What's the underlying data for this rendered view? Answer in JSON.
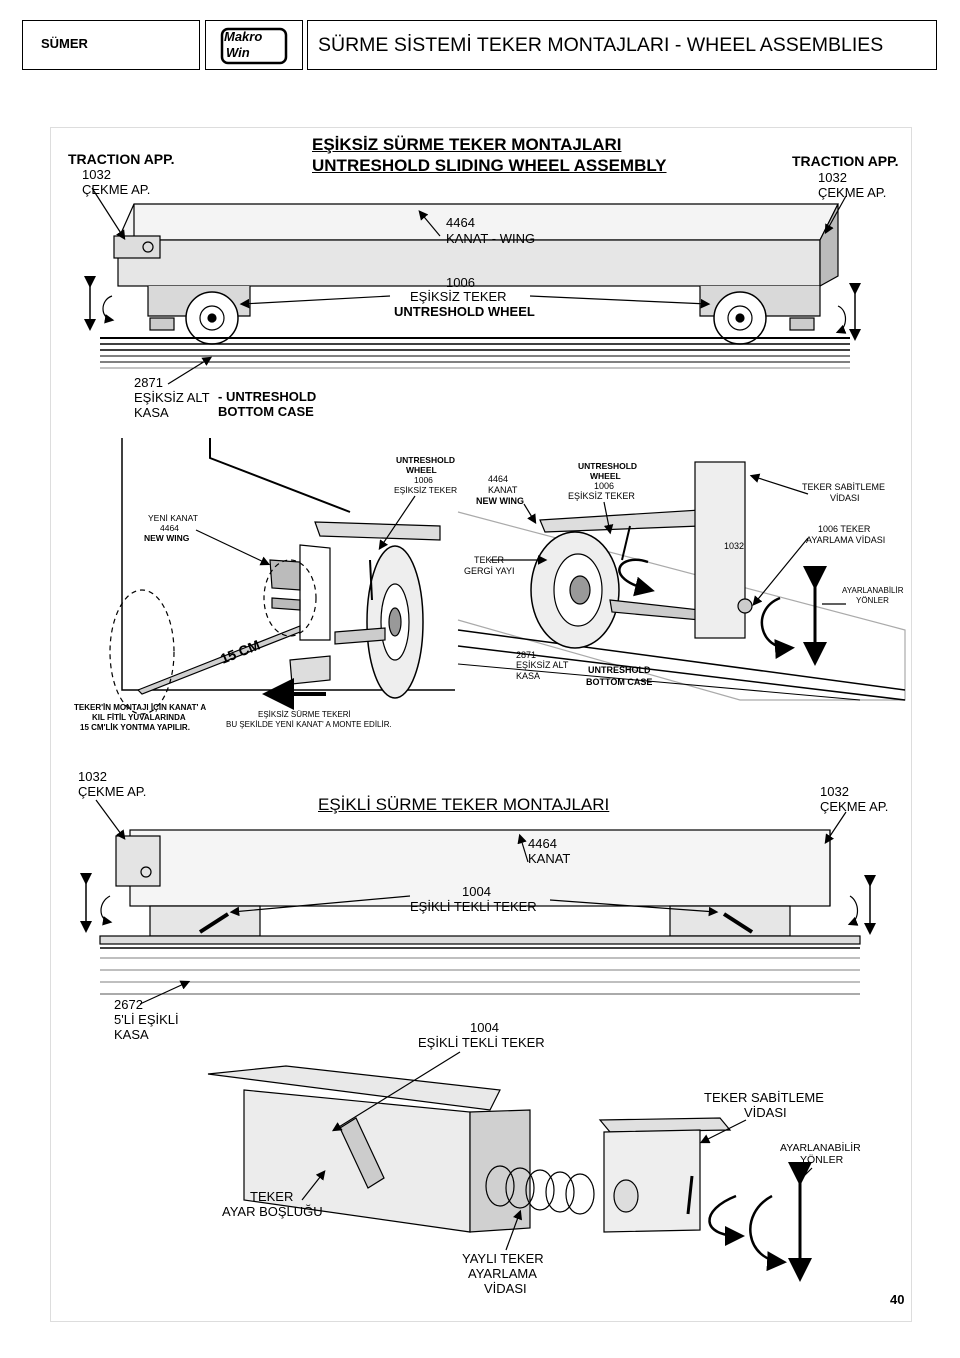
{
  "header": {
    "brand": "SÜMER",
    "logo_text_1": "Makro",
    "logo_text_2": "Win",
    "title": "SÜRME SİSTEMİ TEKER MONTAJLARI - WHEEL ASSEMBLIES"
  },
  "section1": {
    "title_tr": "EŞİKSİZ SÜRME TEKER MONTAJLARI",
    "title_en": "UNTRESHOLD SLIDING WHEEL ASSEMBLY",
    "left_traction": "TRACTION APP.",
    "left_code": "1032",
    "left_cekme": "ÇEKME AP.",
    "right_traction": "TRACTION APP.",
    "right_code": "1032",
    "right_cekme": "ÇEKME AP.",
    "wing_code": "4464",
    "wing_label": "KANAT - WING",
    "wheel_code": "1006",
    "wheel_tr": "EŞİKSİZ TEKER",
    "wheel_en": "UNTRESHOLD WHEEL",
    "case_code": "2871",
    "case_tr1": "EŞİKSİZ ALT",
    "case_tr2": "KASA",
    "case_en1": "- UNTRESHOLD",
    "case_en2": "BOTTOM CASE"
  },
  "section2": {
    "wheel_en1": "UNTRESHOLD",
    "wheel_en2": "WHEEL",
    "wheel_code": "1006",
    "wheel_tr": "EŞİKSİZ TEKER",
    "new_wing_tr": "YENİ KANAT",
    "new_wing_code": "4464",
    "new_wing_en": "NEW WING",
    "angle": "15 CM",
    "note1_l1": "TEKER'İN MONTAJI İÇİN KANAT' A",
    "note1_l2": "KIL FİTİL YUVALARINDA",
    "note1_l3": "15 CM'LİK YONTMA YAPILIR.",
    "note2_l1": "EŞİKSİZ SÜRME TEKERİ",
    "note2_l2": "BU ŞEKİLDE YENİ KANAT' A MONTE EDİLİR.",
    "r_wing_code": "4464",
    "r_wing_tr": "KANAT",
    "r_wing_en": "NEW WING",
    "r_wheel_en1": "UNTRESHOLD",
    "r_wheel_en2": "WHEEL",
    "r_wheel_code": "1006",
    "r_wheel_tr": "EŞİKSİZ TEKER",
    "spring1": "TEKER",
    "spring2": "GERGİ YAYI",
    "bracket_code": "1032",
    "case_code": "2871",
    "case_tr1": "EŞİKSİZ ALT",
    "case_tr2": "KASA",
    "case_en1": "UNTRESHOLD",
    "case_en2": "BOTTOM CASE",
    "fix1": "TEKER SABİTLEME",
    "fix2": "VİDASI",
    "adj1": "1006 TEKER",
    "adj2": "AYARLAMA VİDASI",
    "dir1": "AYARLANABİLİR",
    "dir2": "YÖNLER"
  },
  "section3": {
    "left_code": "1032",
    "left_cekme": "ÇEKME AP.",
    "title": "EŞİKLİ SÜRME TEKER MONTAJLARI",
    "right_code": "1032",
    "right_cekme": "ÇEKME AP.",
    "wing_code": "4464",
    "wing_label": "KANAT",
    "wheel_code": "1004",
    "wheel_label": "EŞİKLİ TEKLİ TEKER",
    "case_code": "2672",
    "case_l1": "5'Lİ EŞİKLİ",
    "case_l2": "KASA"
  },
  "section4": {
    "wheel_code": "1004",
    "wheel_label": "EŞİKLİ TEKLİ TEKER",
    "fix1": "TEKER SABİTLEME",
    "fix2": "VİDASI",
    "dir1": "AYARLANABİLİR",
    "dir2": "YÖNLER",
    "gap1": "TEKER",
    "gap2": "AYAR BOŞLUĞU",
    "spring1": "YAYLI TEKER",
    "spring2": "AYARLAMA",
    "spring3": "VİDASI"
  },
  "page_number": "40"
}
